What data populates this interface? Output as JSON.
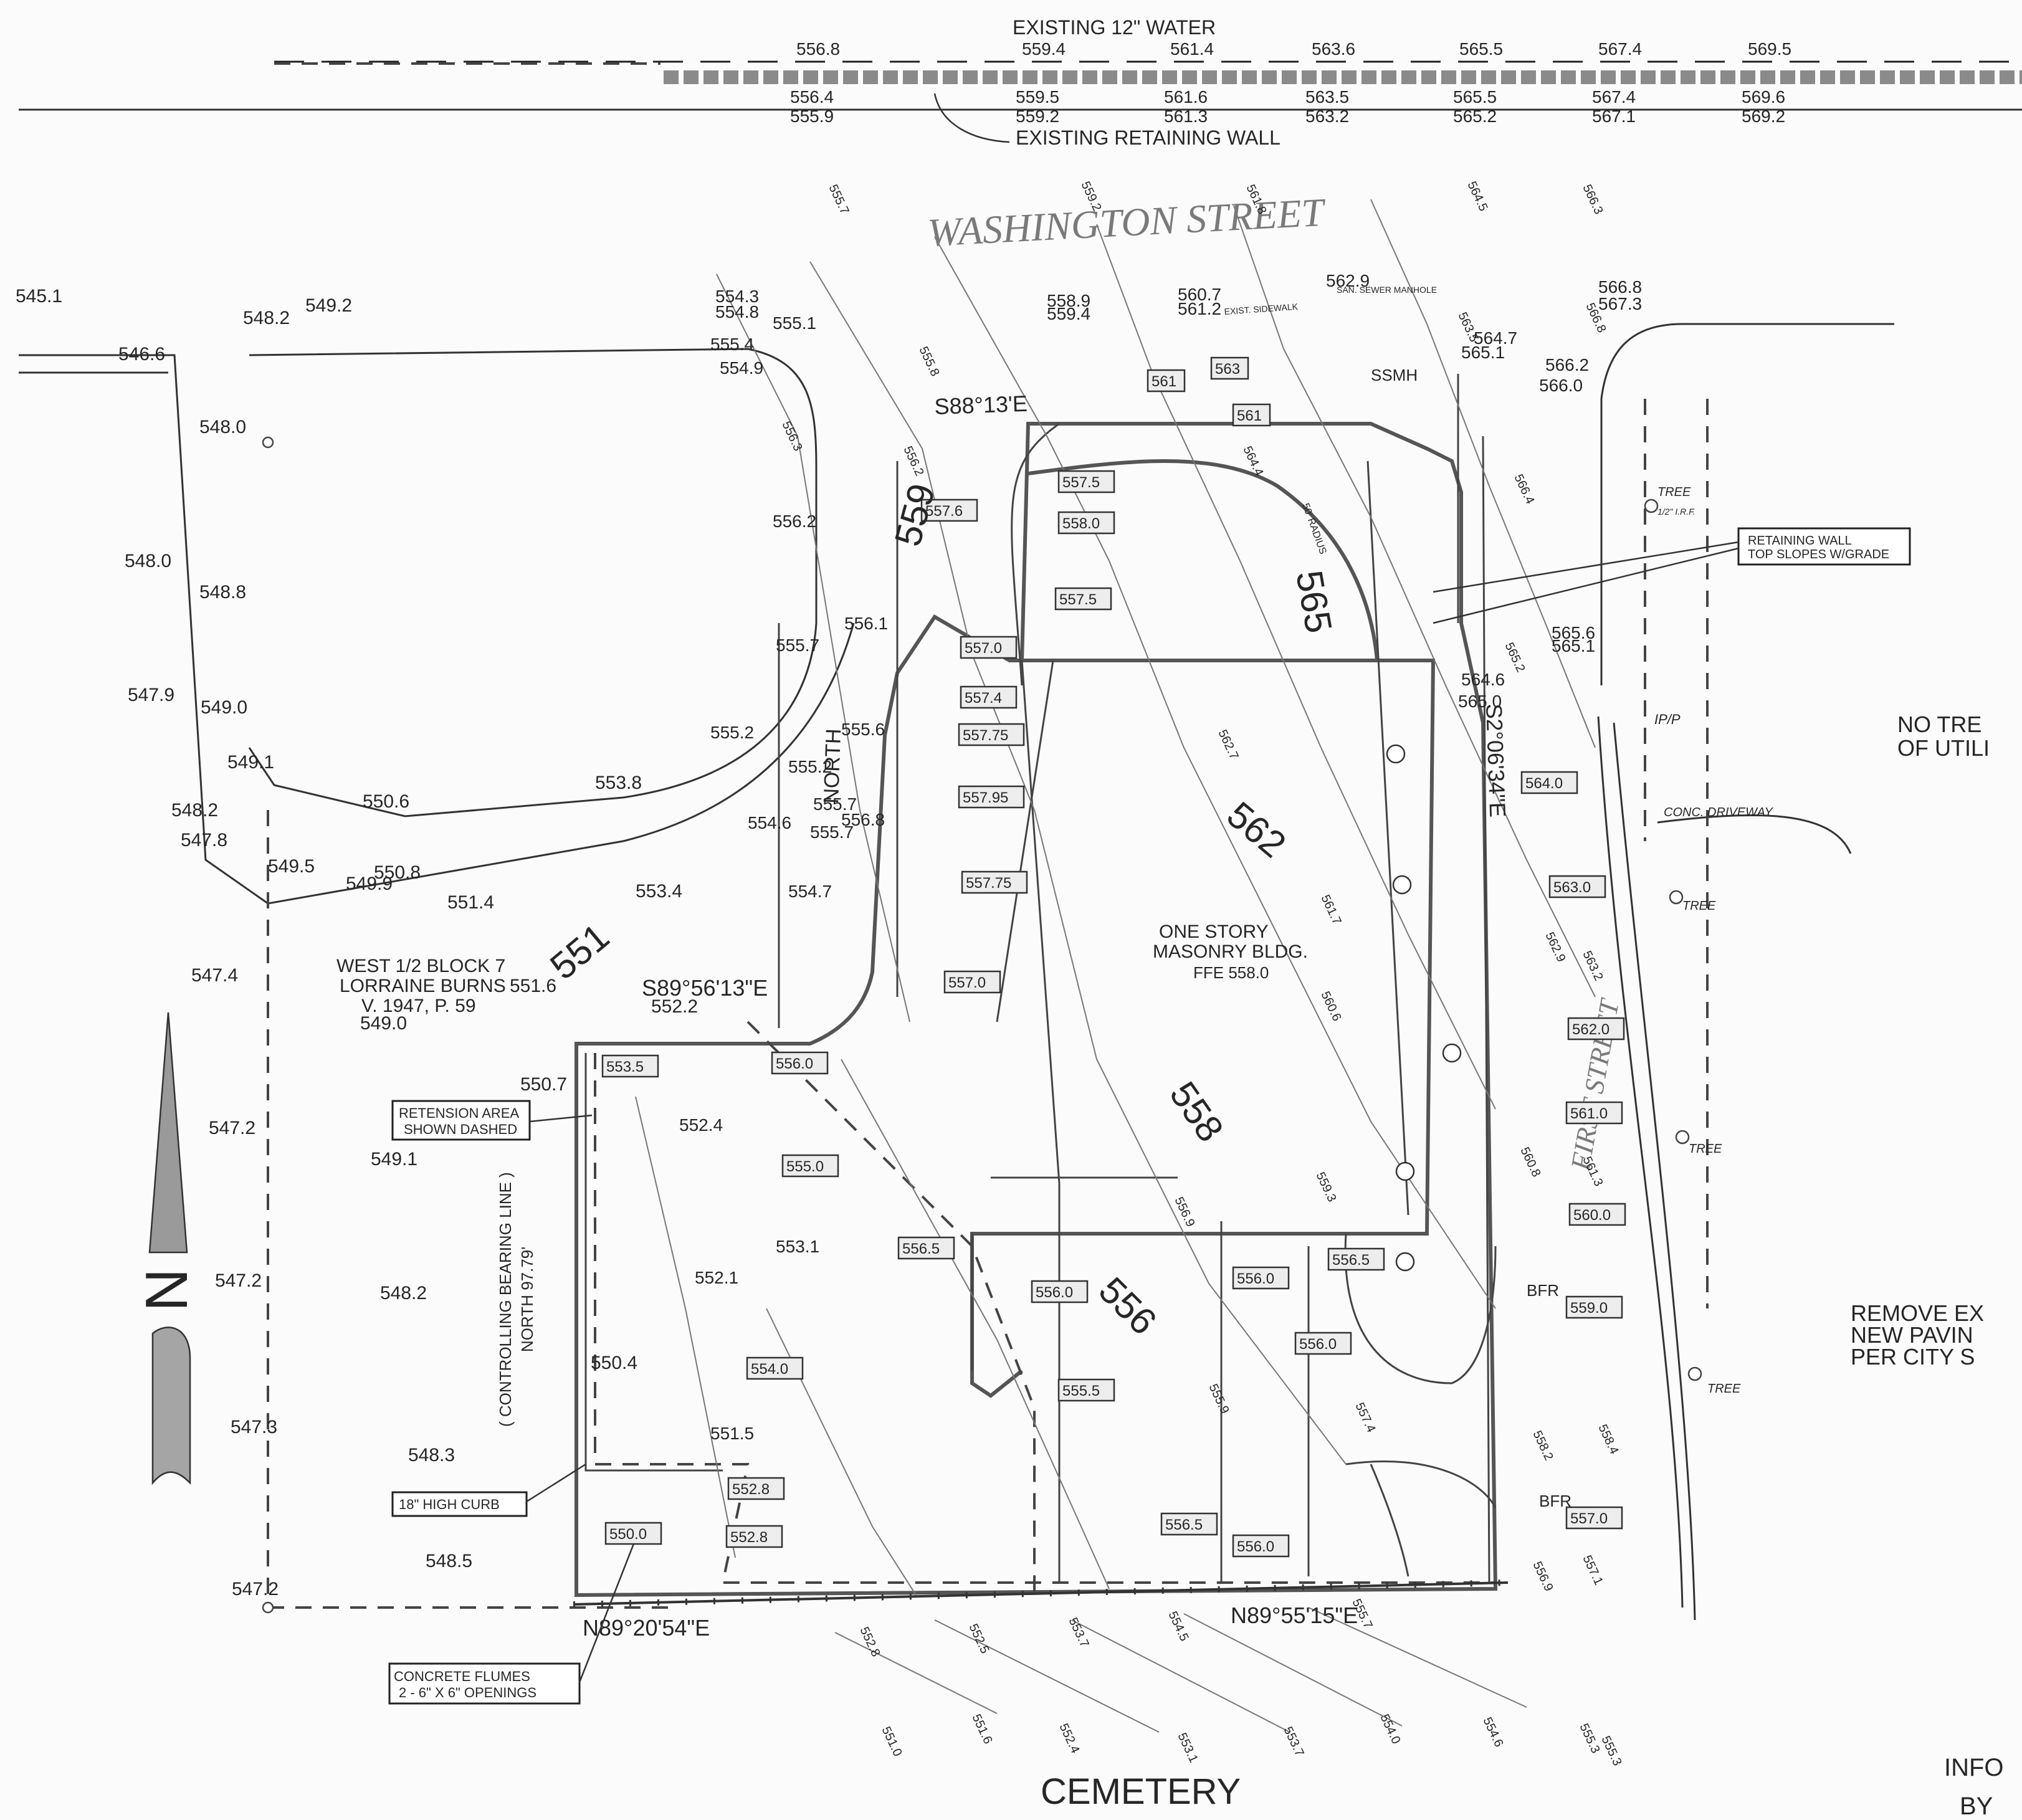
{
  "utilities": {
    "water_label": "EXISTING 12\" WATER",
    "wall_label": "EXISTING RETAINING WALL",
    "water_top": [
      "556.8",
      "559.4",
      "561.4",
      "563.6",
      "565.5",
      "567.4",
      "569.5"
    ],
    "wall_top": [
      "556.4",
      "559.5",
      "561.6",
      "563.5",
      "565.5",
      "567.4",
      "569.6"
    ],
    "wall_bot": [
      "555.9",
      "559.2",
      "561.3",
      "563.2",
      "565.2",
      "567.1",
      "569.2"
    ]
  },
  "streets": {
    "north": "WASHINGTON STREET",
    "east": "FIRST STREET",
    "south": "CEMETERY"
  },
  "building": {
    "line1": "ONE STORY",
    "line2": "MASONRY BLDG.",
    "ffe": "FFE 558.0"
  },
  "legal": {
    "line1": "WEST 1/2 BLOCK 7",
    "line2": "LORRAINE BURNS",
    "line3": "V. 1947, P. 59"
  },
  "bearings": {
    "north_line": "S89°56'13\"E",
    "south_line_w": "N89°20'54\"E",
    "south_line_e": "N89°55'15\"E",
    "east_line": "S2°06'34\"E",
    "north_top": "S88°13'E",
    "controlling_1": "( CONTROLLING BEARING LINE )",
    "controlling_2": "NORTH 97.79'",
    "north_small": "NORTH"
  },
  "callouts": {
    "retension": [
      "RETENSION AREA",
      "SHOWN DASHED"
    ],
    "curb": "18\" HIGH CURB",
    "flumes": [
      "CONCRETE FLUMES",
      "2 - 6\" X 6\" OPENINGS"
    ],
    "retaining": [
      "RETAINING WALL",
      "TOP SLOPES W/GRADE"
    ]
  },
  "notes": {
    "right_1a": "NO TRE",
    "right_1b": "OF UTILI",
    "right_2a": "REMOVE EX",
    "right_2b": "NEW PAVIN",
    "right_2c": "PER CITY S",
    "right_3a": "INFO",
    "right_3b": "BY"
  },
  "labels": {
    "tree": "TREE",
    "conc_drive": "CONC. DRIVEWAY",
    "bfr": "BFR",
    "exist_sidewalk": "EXIST. SIDEWALK",
    "sewer": "SAN. SEWER MANHOLE",
    "ipp": "IP/P",
    "iron_rod": "1/2\" I.R.F.",
    "ssmh": "SSMH",
    "radius": "50' RADIUS"
  },
  "north_arrow": "N",
  "west_spots": [
    {
      "v": "545.1"
    },
    {
      "v": "548.2"
    },
    {
      "v": "549.2"
    },
    {
      "v": "546.6"
    },
    {
      "v": "548.0"
    },
    {
      "v": "548.0"
    },
    {
      "v": "548.8"
    },
    {
      "v": "547.9"
    },
    {
      "v": "549.0"
    },
    {
      "v": "549.1"
    },
    {
      "v": "548.2"
    },
    {
      "v": "547.8"
    },
    {
      "v": "549.5"
    },
    {
      "v": "550.8"
    },
    {
      "v": "549.9"
    },
    {
      "v": "551.4"
    },
    {
      "v": "550.6"
    },
    {
      "v": "553.8"
    },
    {
      "v": "553.4"
    },
    {
      "v": "547.4"
    },
    {
      "v": "551.6"
    },
    {
      "v": "549.0"
    },
    {
      "v": "552.2"
    },
    {
      "v": "547.2"
    },
    {
      "v": "549.1"
    },
    {
      "v": "547.2"
    },
    {
      "v": "548.2"
    },
    {
      "v": "547.3"
    },
    {
      "v": "548.3"
    },
    {
      "v": "548.5"
    },
    {
      "v": "547.2"
    },
    {
      "v": "550.7"
    },
    {
      "v": "550.4"
    }
  ],
  "mid_spots": [
    {
      "v": "554.3"
    },
    {
      "v": "554.8"
    },
    {
      "v": "555.1"
    },
    {
      "v": "555.4"
    },
    {
      "v": "554.9"
    },
    {
      "v": "556.2"
    },
    {
      "v": "555.7"
    },
    {
      "v": "556.1"
    },
    {
      "v": "555.2"
    },
    {
      "v": "555.6"
    },
    {
      "v": "555.2"
    },
    {
      "v": "555.7"
    },
    {
      "v": "556.8"
    },
    {
      "v": "554.6"
    },
    {
      "v": "555.7"
    },
    {
      "v": "554.7"
    },
    {
      "v": "552.4"
    },
    {
      "v": "553.1"
    },
    {
      "v": "552.1"
    },
    {
      "v": "551.5"
    },
    {
      "v": "558.9"
    },
    {
      "v": "559.4"
    },
    {
      "v": "560.7"
    },
    {
      "v": "561.2"
    },
    {
      "v": "562.9"
    },
    {
      "v": "564.7"
    },
    {
      "v": "565.1"
    },
    {
      "v": "566.8"
    },
    {
      "v": "567.3"
    },
    {
      "v": "566.2"
    },
    {
      "v": "566.0"
    },
    {
      "v": "565.6"
    },
    {
      "v": "565.1"
    },
    {
      "v": "564.6"
    },
    {
      "v": "565.0"
    }
  ],
  "boxed_spots": [
    {
      "v": "557.6"
    },
    {
      "v": "557.0"
    },
    {
      "v": "557.4"
    },
    {
      "v": "557.75"
    },
    {
      "v": "557.95"
    },
    {
      "v": "557.75"
    },
    {
      "v": "557.5"
    },
    {
      "v": "558.0"
    },
    {
      "v": "557.5"
    },
    {
      "v": "557.0"
    },
    {
      "v": "556.0"
    },
    {
      "v": "553.5"
    },
    {
      "v": "556.5"
    },
    {
      "v": "556.0"
    },
    {
      "v": "556.0"
    },
    {
      "v": "556.5"
    },
    {
      "v": "555.5"
    },
    {
      "v": "556.5"
    },
    {
      "v": "556.0"
    },
    {
      "v": "552.8"
    },
    {
      "v": "550.0"
    },
    {
      "v": "552.8"
    },
    {
      "v": "564.0"
    },
    {
      "v": "563.0"
    },
    {
      "v": "562.0"
    },
    {
      "v": "561.0"
    },
    {
      "v": "560.0"
    },
    {
      "v": "559.0"
    },
    {
      "v": "557.0"
    },
    {
      "v": "561"
    },
    {
      "v": "563"
    },
    {
      "v": "561"
    },
    {
      "v": "555.0"
    },
    {
      "v": "556.0"
    },
    {
      "v": "554.0"
    }
  ],
  "contours": [
    {
      "v": "551"
    },
    {
      "v": "562"
    },
    {
      "v": "558"
    },
    {
      "v": "556"
    },
    {
      "v": "559"
    },
    {
      "v": "565"
    }
  ],
  "rotated_spots": [
    {
      "v": "555.7"
    },
    {
      "v": "559.2"
    },
    {
      "v": "561.8"
    },
    {
      "v": "564.5"
    },
    {
      "v": "566.3"
    },
    {
      "v": "556.3"
    },
    {
      "v": "555.8"
    },
    {
      "v": "556.2"
    },
    {
      "v": "563.5"
    },
    {
      "v": "566.8"
    },
    {
      "v": "562.7"
    },
    {
      "v": "561.7"
    },
    {
      "v": "560.6"
    },
    {
      "v": "559.3"
    },
    {
      "v": "556.9"
    },
    {
      "v": "555.9"
    },
    {
      "v": "557.4"
    },
    {
      "v": "558.4"
    },
    {
      "v": "558.2"
    },
    {
      "v": "556.9"
    },
    {
      "v": "557.1"
    },
    {
      "v": "552.8"
    },
    {
      "v": "552.5"
    },
    {
      "v": "553.7"
    },
    {
      "v": "554.5"
    },
    {
      "v": "555.7"
    },
    {
      "v": "551.0"
    },
    {
      "v": "551.6"
    },
    {
      "v": "552.4"
    },
    {
      "v": "553.1"
    },
    {
      "v": "553.7"
    },
    {
      "v": "554.0"
    },
    {
      "v": "554.6"
    },
    {
      "v": "555.3"
    },
    {
      "v": "555.3"
    },
    {
      "v": "562.9"
    },
    {
      "v": "563.2"
    },
    {
      "v": "560.8"
    },
    {
      "v": "561.3"
    },
    {
      "v": "564.4"
    },
    {
      "v": "566.4"
    },
    {
      "v": "565.2"
    }
  ]
}
